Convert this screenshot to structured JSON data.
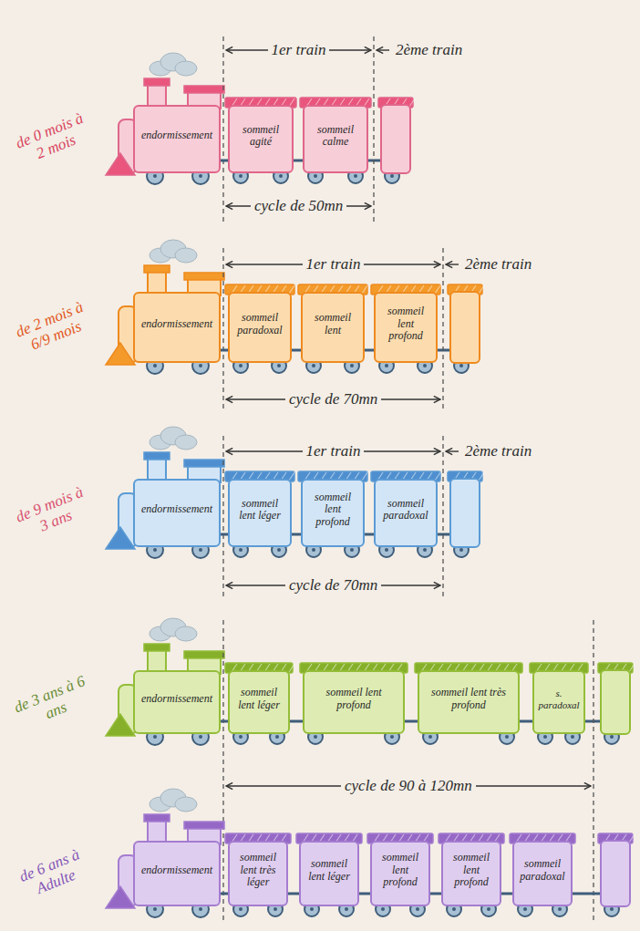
{
  "diagram": {
    "nodes": [
      {
        "text": [
          "endormissement"
        ]
      },
      {
        "text": [
          "sommeil agité"
        ]
      },
      {
        "text": [
          "sommeil calme"
        ]
      },
      {
        "text": [
          "endormissement"
        ]
      },
      {
        "text": [
          "sommeil paradoxal"
        ]
      },
      {
        "text": [
          "sommeil lent"
        ]
      },
      {
        "text": [
          "sommeil lent profond"
        ]
      },
      {
        "text": [
          "endormissement"
        ]
      },
      {
        "text": [
          "sommeil lent léger"
        ]
      },
      {
        "text": [
          "sommeil lent profond"
        ]
      },
      {
        "text": [
          "sommeil paradoxal"
        ]
      },
      {
        "text": [
          "endormissement"
        ]
      },
      {
        "text": [
          "sommeil lent léger"
        ]
      },
      {
        "text": [
          "sommeil lent profond"
        ]
      },
      {
        "text": [
          "sommeil lent très profond"
        ]
      },
      {
        "text": [
          "s. paradoxal"
        ]
      },
      {
        "text": [
          "endormissement"
        ]
      },
      {
        "text": [
          "sommeil lent très léger"
        ]
      },
      {
        "text": [
          "sommeil lent léger"
        ]
      },
      {
        "text": [
          "sommeil lent profond"
        ]
      },
      {
        "text": [
          "sommeil lent profond"
        ]
      },
      {
        "text": [
          "sommeil paradoxal"
        ]
      }
    ],
    "edges": [
      {
        "from": 0,
        "to": 1,
        "arrow": "none"
      },
      {
        "from": 1,
        "to": 2,
        "arrow": "none"
      },
      {
        "from": 3,
        "to": 4,
        "arrow": "none"
      },
      {
        "from": 4,
        "to": 5,
        "arrow": "none"
      },
      {
        "from": 5,
        "to": 6,
        "arrow": "none"
      },
      {
        "from": 7,
        "to": 8,
        "arrow": "none"
      },
      {
        "from": 8,
        "to": 9,
        "arrow": "none"
      },
      {
        "from": 9,
        "to": 10,
        "arrow": "none"
      },
      {
        "from": 11,
        "to": 12,
        "arrow": "none"
      },
      {
        "from": 12,
        "to": 13,
        "arrow": "none"
      },
      {
        "from": 13,
        "to": 14,
        "arrow": "none"
      },
      {
        "from": 14,
        "to": 15,
        "arrow": "none"
      },
      {
        "from": 16,
        "to": 17,
        "arrow": "none"
      },
      {
        "from": 17,
        "to": 18,
        "arrow": "none"
      },
      {
        "from": 18,
        "to": 19,
        "arrow": "none"
      },
      {
        "from": 19,
        "to": 20,
        "arrow": "none"
      },
      {
        "from": 20,
        "to": 21,
        "arrow": "none"
      }
    ],
    "labels": [
      "1er train",
      "2ème train",
      "de 0 mois à 2 mois",
      "cycle de 50mn",
      "1er train",
      "2ème train",
      "de 2 mois à 6/9 mois",
      "cycle de 70mn",
      "1er train",
      "2ème train",
      "de 9 mois à 3 ans",
      "cycle de 70mn",
      "de 3 ans à 6 ans",
      "cycle de 90 à 120mn",
      "de 6 ans à Adulte"
    ]
  }
}
